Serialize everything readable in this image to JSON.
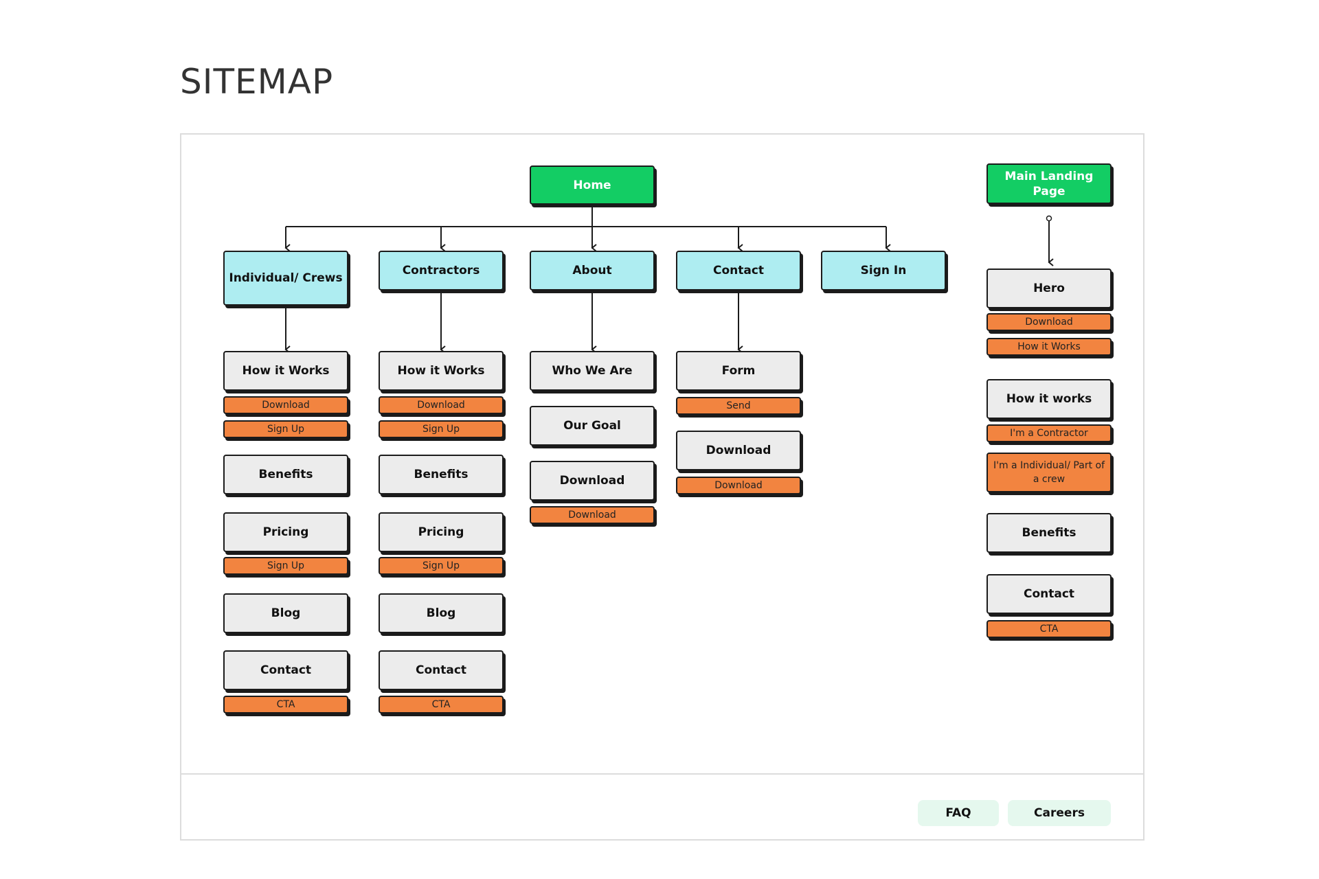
{
  "page_title": "SITEMAP",
  "colors": {
    "root": "#13cd64",
    "section": "#aeedf1",
    "page": "#ececec",
    "action": "#f28440",
    "footer_link_bg": "#e5f8ee"
  },
  "home": {
    "label": "Home",
    "sections": {
      "individual": {
        "label": "Individual/ Crews",
        "how_it_works": "How it Works",
        "how_it_works_actions": [
          "Download",
          "Sign Up"
        ],
        "benefits": "Benefits",
        "pricing": "Pricing",
        "pricing_actions": [
          "Sign Up"
        ],
        "blog": "Blog",
        "contact": "Contact",
        "contact_actions": [
          "CTA"
        ]
      },
      "contractors": {
        "label": "Contractors",
        "how_it_works": "How it Works",
        "how_it_works_actions": [
          "Download",
          "Sign Up"
        ],
        "benefits": "Benefits",
        "pricing": "Pricing",
        "pricing_actions": [
          "Sign Up"
        ],
        "blog": "Blog",
        "contact": "Contact",
        "contact_actions": [
          "CTA"
        ]
      },
      "about": {
        "label": "About",
        "who_we_are": "Who We Are",
        "our_goal": "Our Goal",
        "download": "Download",
        "download_actions": [
          "Download"
        ]
      },
      "contact": {
        "label": "Contact",
        "form": "Form",
        "form_actions": [
          "Send"
        ],
        "download": "Download",
        "download_actions": [
          "Download"
        ]
      },
      "signin": {
        "label": "Sign In"
      }
    }
  },
  "landing": {
    "label": "Main Landing Page",
    "hero": "Hero",
    "hero_actions": [
      "Download",
      "How it Works"
    ],
    "how_it_works": "How it works",
    "how_it_works_actions": [
      "I'm a Contractor",
      "I'm a Individual/ Part of a crew"
    ],
    "benefits": "Benefits",
    "contact": "Contact",
    "contact_actions": [
      "CTA"
    ]
  },
  "footer": {
    "links": [
      "FAQ",
      "Careers"
    ]
  }
}
